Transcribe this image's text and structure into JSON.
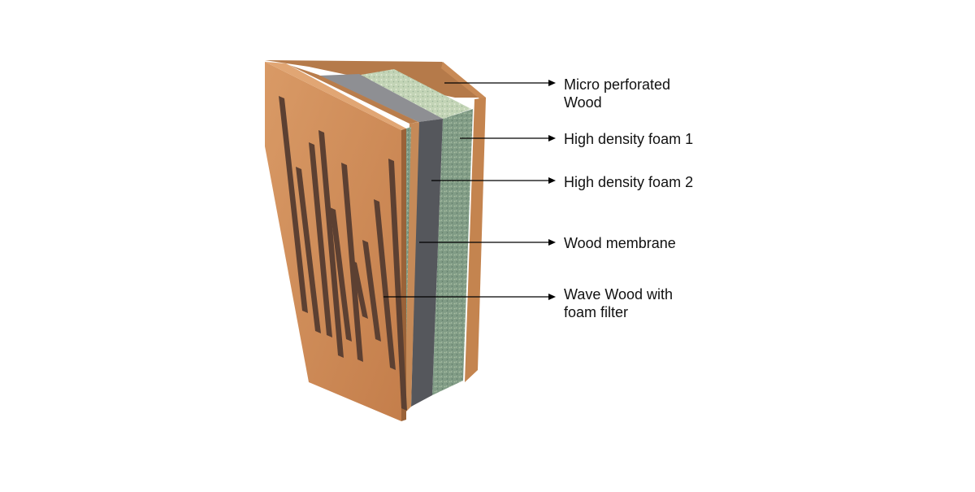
{
  "labels": {
    "micro_perforated_wood": "Micro  perforated\nWood",
    "high_density_foam_1": "High density foam 1",
    "high_density_foam_2": "High density foam 2",
    "wood_membrane": "Wood membrane",
    "wave_wood": "Wave Wood with\nfoam filter"
  },
  "colors": {
    "wood": "#d08c5a",
    "wood_dark": "#8a5a34",
    "foam_green": "#7f9a84",
    "foam_light": "#c7d7b8",
    "foam_gray": "#585a5f",
    "slot": "#5c4032",
    "arrow": "#000000"
  }
}
